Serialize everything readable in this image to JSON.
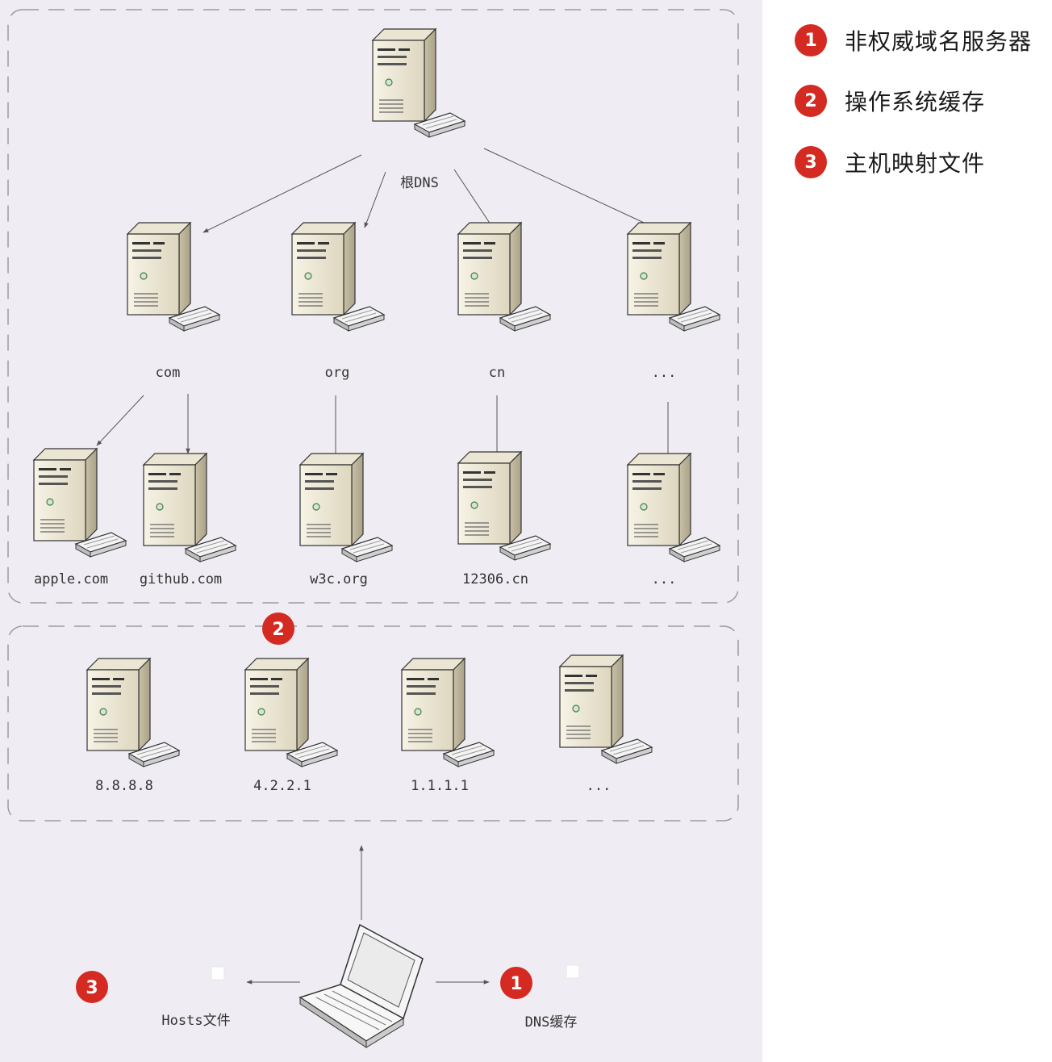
{
  "legend": [
    {
      "number": "1",
      "label": "非权威域名服务器"
    },
    {
      "number": "2",
      "label": "操作系统缓存"
    },
    {
      "number": "3",
      "label": "主机映射文件"
    }
  ],
  "root": {
    "label": "根DNS"
  },
  "tld": [
    {
      "label": "com"
    },
    {
      "label": "org"
    },
    {
      "label": "cn"
    },
    {
      "label": "..."
    }
  ],
  "authoritative": [
    {
      "label": "apple.com"
    },
    {
      "label": "github.com"
    },
    {
      "label": "w3c.org"
    },
    {
      "label": "12306.cn"
    },
    {
      "label": "..."
    }
  ],
  "resolvers": {
    "badge": "2",
    "servers": [
      {
        "label": "8.8.8.8"
      },
      {
        "label": "4.2.2.1"
      },
      {
        "label": "1.1.1.1"
      },
      {
        "label": "..."
      }
    ]
  },
  "client": {
    "hosts": {
      "label": "Hosts文件",
      "badge": "3"
    },
    "dns_cache": {
      "label": "DNS缓存",
      "badge": "1"
    }
  },
  "colors": {
    "badge": "#d42a21",
    "panel": "#efedf3",
    "dash": "#9c9c9c",
    "arrow": "#555555"
  }
}
